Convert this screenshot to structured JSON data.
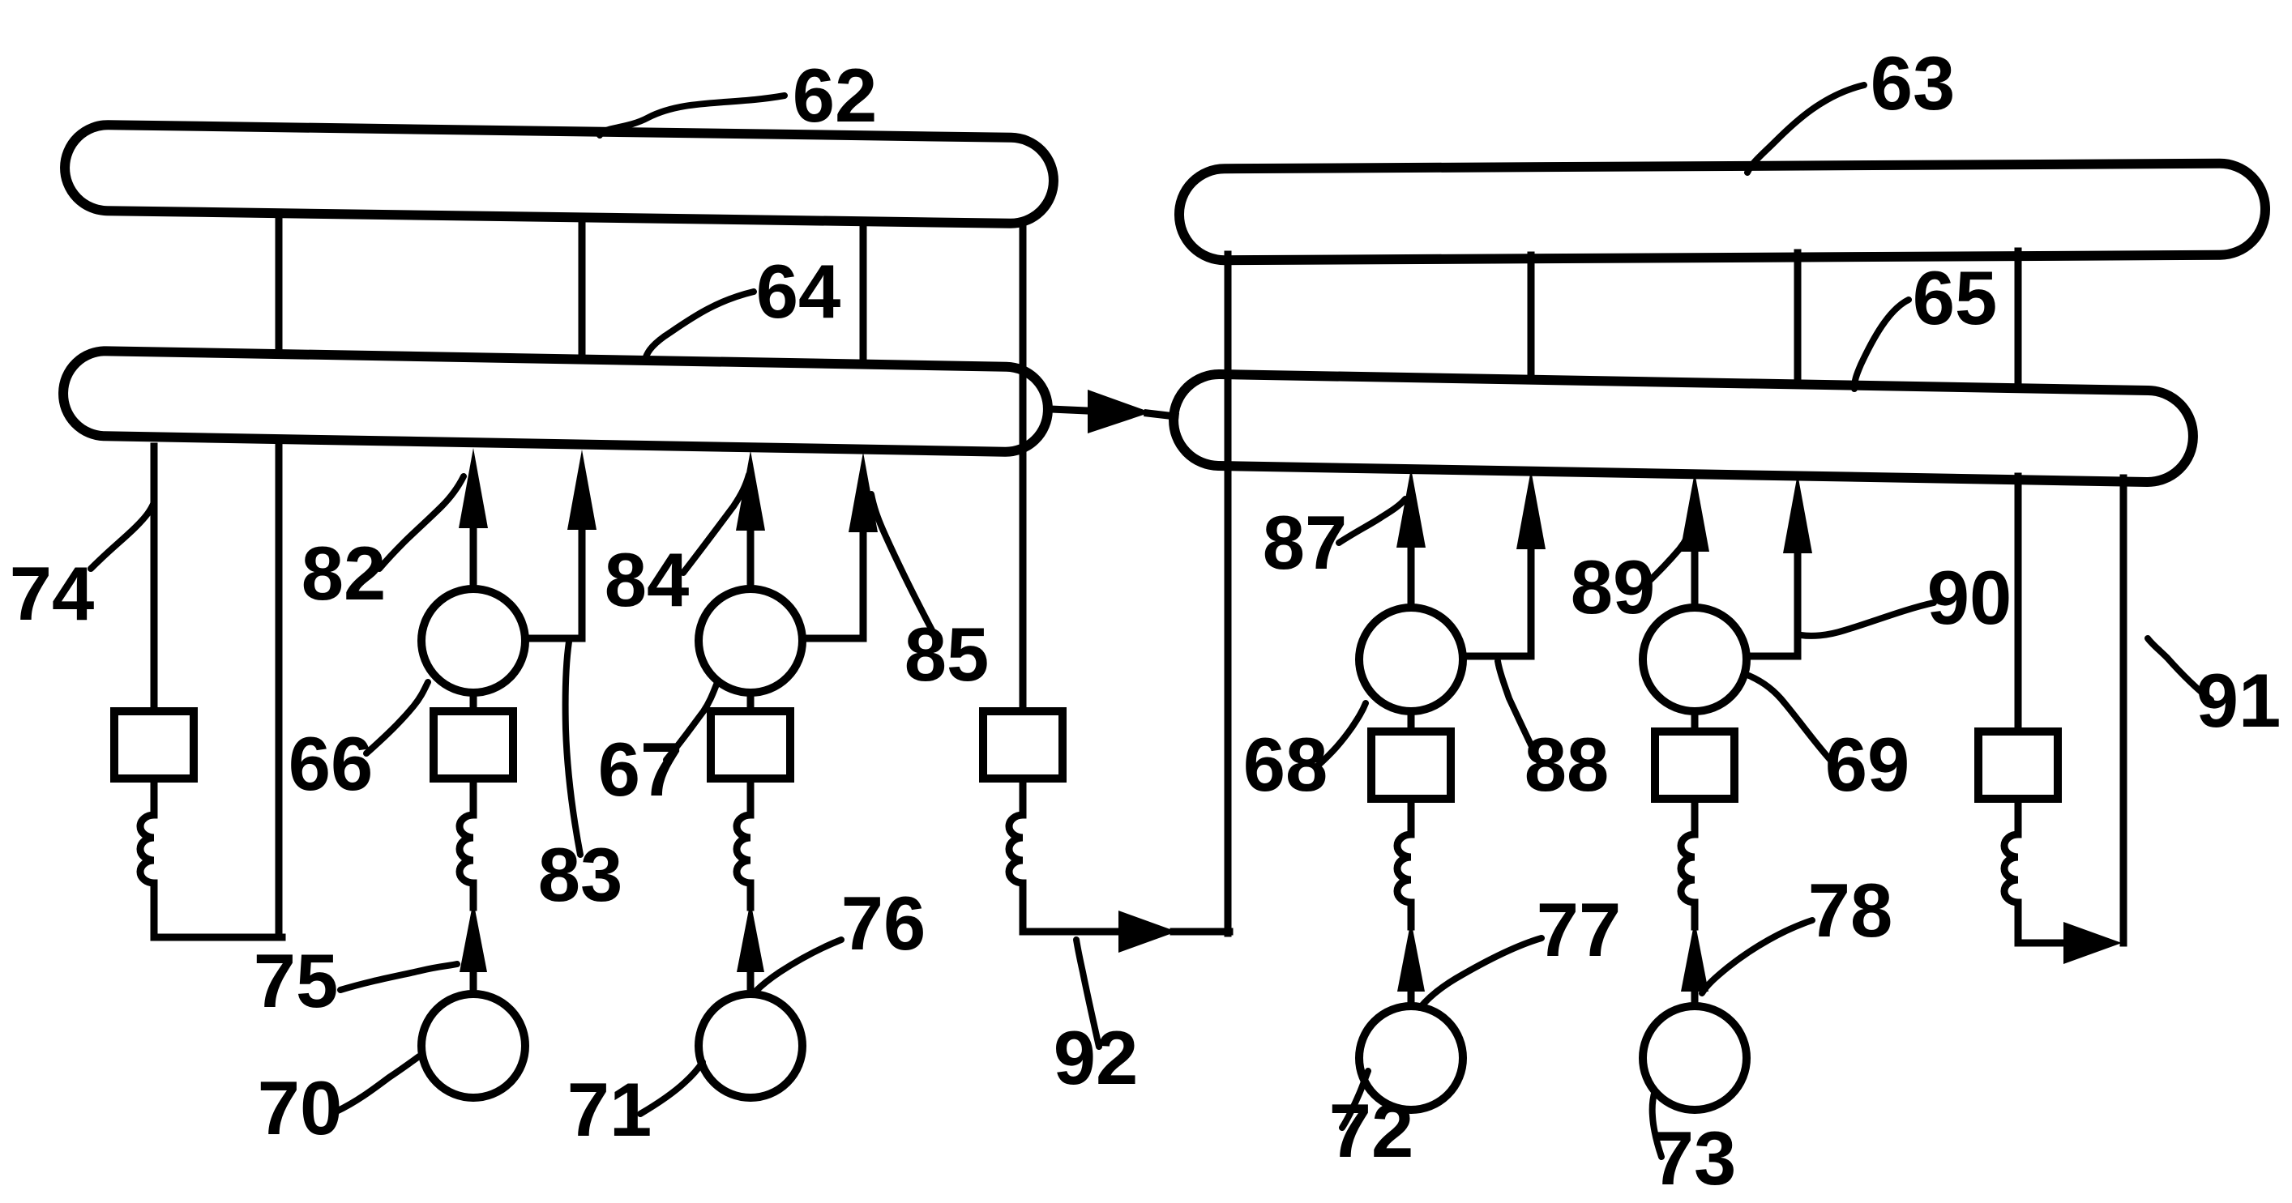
{
  "figure": {
    "kind": "patent-one-line-diagram",
    "background_color": "#ffffff",
    "ink_color": "#000000",
    "buses": [
      {
        "ref": "62",
        "role": "upper-left-bus"
      },
      {
        "ref": "63",
        "role": "upper-right-bus"
      },
      {
        "ref": "64",
        "role": "lower-left-bus"
      },
      {
        "ref": "65",
        "role": "lower-right-bus"
      }
    ],
    "breaker_circles": [
      {
        "ref": "66",
        "feeds_bus": "64"
      },
      {
        "ref": "67",
        "feeds_bus": "64"
      },
      {
        "ref": "68",
        "feeds_bus": "65"
      },
      {
        "ref": "69",
        "feeds_bus": "65"
      }
    ],
    "sources": [
      {
        "ref": "70",
        "arrow_ref": "75",
        "through_breaker": "66"
      },
      {
        "ref": "71",
        "arrow_ref": "76",
        "through_breaker": "67"
      },
      {
        "ref": "72",
        "arrow_ref": "77",
        "through_breaker": "68"
      },
      {
        "ref": "73",
        "arrow_ref": "78",
        "through_breaker": "69"
      }
    ],
    "feeder_arrows": [
      {
        "ref": "82",
        "into_bus": "64"
      },
      {
        "ref": "83",
        "into_bus": "64"
      },
      {
        "ref": "84",
        "into_bus": "64"
      },
      {
        "ref": "85",
        "into_bus": "64"
      },
      {
        "ref": "87",
        "into_bus": "65"
      },
      {
        "ref": "88",
        "into_bus": "65"
      },
      {
        "ref": "89",
        "into_bus": "65"
      },
      {
        "ref": "90",
        "into_bus": "65"
      }
    ],
    "tie_branches": [
      {
        "ref": "74",
        "between": [
          "64",
          "62"
        ]
      },
      {
        "ref": "91",
        "between": [
          "63",
          "65"
        ]
      },
      {
        "ref": "92",
        "between": [
          "62",
          "63"
        ]
      }
    ]
  },
  "labels": {
    "n62": "62",
    "n63": "63",
    "n64": "64",
    "n65": "65",
    "n66": "66",
    "n67": "67",
    "n68": "68",
    "n69": "69",
    "n70": "70",
    "n71": "71",
    "n72": "72",
    "n73": "73",
    "n74": "74",
    "n75": "75",
    "n76": "76",
    "n77": "77",
    "n78": "78",
    "n82": "82",
    "n83": "83",
    "n84": "84",
    "n85": "85",
    "n87": "87",
    "n88": "88",
    "n89": "89",
    "n90": "90",
    "n91": "91",
    "n92": "92"
  }
}
